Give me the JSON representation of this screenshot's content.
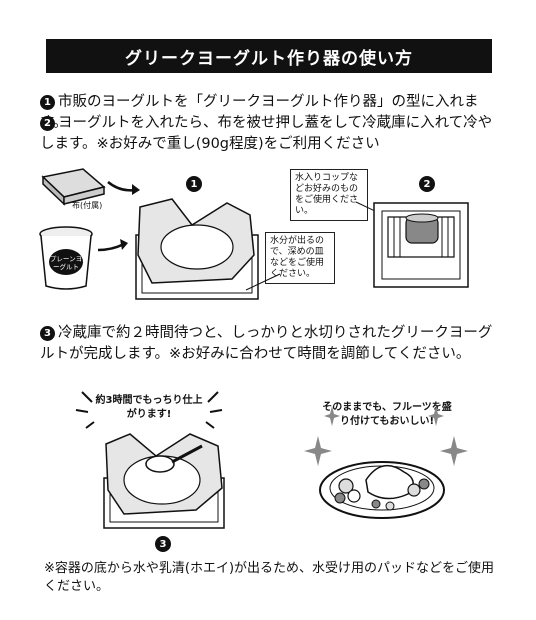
{
  "title": "グリークヨーグルト作り器の使い方",
  "steps": [
    {
      "num": "1",
      "text": "市販のヨーグルトを「グリークヨーグルト作り器」の型に入れます。"
    },
    {
      "num": "2",
      "text": "ヨーグルトを入れたら、布を被せ押し蓋をして冷蔵庫に入れて冷やします。※お好みで重し(90g程度)をご利用ください"
    },
    {
      "num": "3",
      "text": "冷蔵庫で約２時間待つと、しっかりと水切りされたグリークヨーグルトが完成します。※お好みに合わせて時間を調節してください。"
    }
  ],
  "illustrations": {
    "cloth_label": "布(付属)",
    "yogurt_label": "プレーンヨーグルト",
    "bubble_water": "水分が出るので、深めの皿などをご使用ください。",
    "bubble_cup": "水入りコップなどお好みのものをご使用ください。",
    "callout_left": "約3時間でもっちり仕上がります!",
    "callout_right": "そのままでも、フルーツを盛り付けてもおいしい!",
    "num1": "1",
    "num2": "2",
    "num3": "3"
  },
  "footer_note": "※容器の底から水や乳清(ホエイ)が出るため、水受け用のパッドなどをご使用ください。"
}
